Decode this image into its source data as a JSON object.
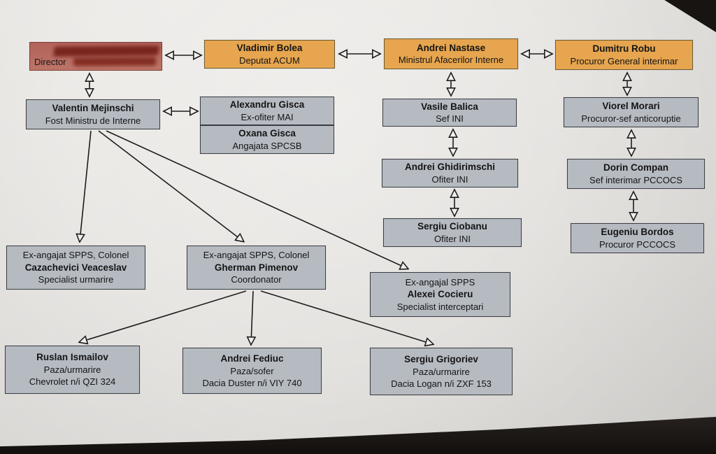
{
  "colors": {
    "orange": "#e6a54e",
    "red": "#b2625a",
    "gray": "#b6bbc2",
    "line": "#1d1d1d",
    "paper": "#eae8e5"
  },
  "nodes": {
    "director": {
      "label": "Director"
    },
    "bolea": {
      "name": "Vladimir Bolea",
      "role": "Deputat ACUM"
    },
    "nastase": {
      "name": "Andrei Nastase",
      "role": "Ministrul Afacerilor Interne"
    },
    "robu": {
      "name": "Dumitru Robu",
      "role": "Procuror General interimar"
    },
    "mejinschi": {
      "name": "Valentin Mejinschi",
      "role": "Fost Ministru de Interne"
    },
    "gisca_a": {
      "name": "Alexandru Gisca",
      "role": "Ex-ofiter MAI"
    },
    "gisca_o": {
      "name": "Oxana Gisca",
      "role": "Angajata SPCSB"
    },
    "balica": {
      "name": "Vasile Balica",
      "role": "Sef INI"
    },
    "morari": {
      "name": "Viorel Morari",
      "role": "Procuror-sef anticoruptie"
    },
    "ghidirimschi": {
      "name": "Andrei Ghidirimschi",
      "role": "Ofiter INI"
    },
    "compan": {
      "name": "Dorin Compan",
      "role": "Sef interimar PCCOCS"
    },
    "ciobanu": {
      "name": "Sergiu Ciobanu",
      "role": "Ofiter INI"
    },
    "bordos": {
      "name": "Eugeniu Bordos",
      "role": "Procuror PCCOCS"
    },
    "cazachevici": {
      "pre": "Ex-angajat SPPS, Colonel",
      "name": "Cazachevici Veaceslav",
      "role": "Specialist urmarire"
    },
    "pimenov": {
      "pre": "Ex-angajat SPPS, Colonel",
      "name": "Gherman Pimenov",
      "role": "Coordonator"
    },
    "cocieru": {
      "pre": "Ex-angajal SPPS",
      "name": "Alexei Cocieru",
      "role": "Specialist interceptari"
    },
    "ismailov": {
      "name": "Ruslan Ismailov",
      "role": "Paza/urmarire",
      "extra": "Chevrolet n/i QZI 324"
    },
    "fediuc": {
      "name": "Andrei Fediuc",
      "role": "Paza/sofer",
      "extra": "Dacia Duster n/i VIY 740"
    },
    "grigoriev": {
      "name": "Sergiu Grigoriev",
      "role": "Paza/urmarire",
      "extra": "Dacia Logan n/i ZXF 153"
    }
  }
}
